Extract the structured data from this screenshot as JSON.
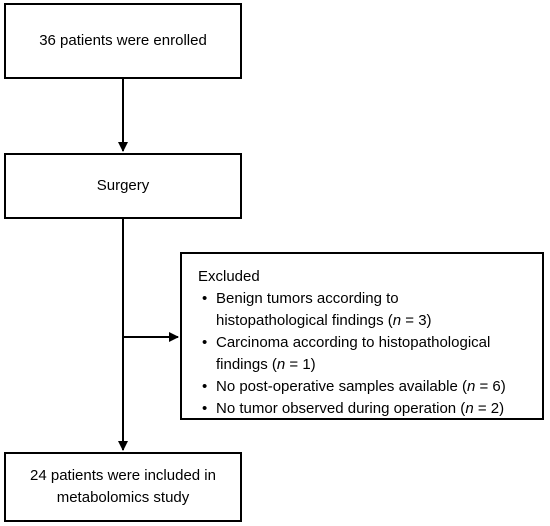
{
  "boxes": {
    "enrolled": "36 patients were enrolled",
    "surgery": "Surgery",
    "included": "24 patients were included in\nmetabolomics study"
  },
  "excluded": {
    "title": "Excluded",
    "bullet": "•",
    "items": [
      {
        "text": "Benign tumors according to\nhistopathological findings (",
        "n_label": "n",
        "n_rest": " = 3)"
      },
      {
        "text": "Carcinoma according to histopathological\nfindings (",
        "n_label": "n",
        "n_rest": " = 1)"
      },
      {
        "text": "No post-operative samples available (",
        "n_label": "n",
        "n_rest": " = 6)"
      },
      {
        "text": "No tumor observed during operation (",
        "n_label": "n",
        "n_rest": " = 2)"
      }
    ]
  },
  "colors": {
    "stroke": "#000000",
    "background": "#ffffff"
  }
}
